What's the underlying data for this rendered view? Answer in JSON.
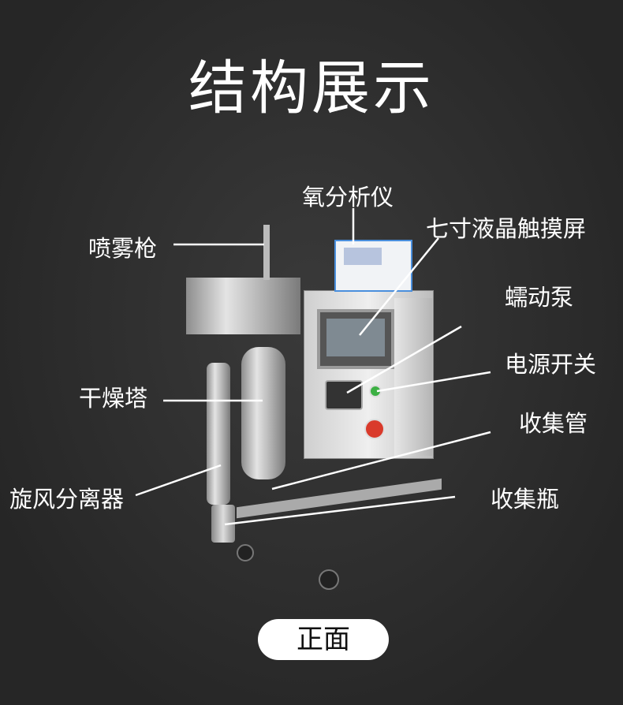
{
  "title": "结构展示",
  "labels": {
    "oxygen_analyzer": "氧分析仪",
    "touch_screen": "七寸液晶触摸屏",
    "peristaltic_pump": "蠕动泵",
    "power_switch": "电源开关",
    "collection_tube": "收集管",
    "collection_bottle": "收集瓶",
    "spray_gun": "喷雾枪",
    "drying_tower": "干燥塔",
    "cyclone_separator": "旋风分离器"
  },
  "view_button": "正面",
  "colors": {
    "background": "#2e2e2e",
    "text": "#ffffff",
    "emergency_stop": "#d93a2b",
    "indicator": "#3cb043"
  }
}
